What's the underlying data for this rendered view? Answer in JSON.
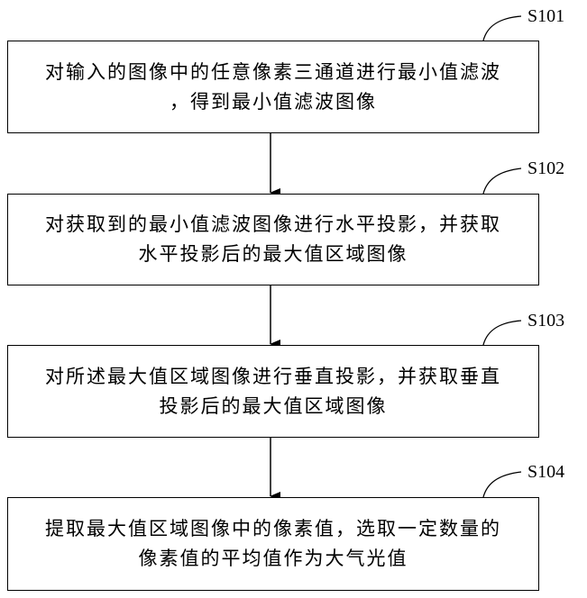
{
  "steps": [
    {
      "id": "S101",
      "lines": [
        "对输入的图像中的任意像素三通道进行最小值滤波",
        "，得到最小值滤波图像"
      ]
    },
    {
      "id": "S102",
      "lines": [
        "对获取到的最小值滤波图像进行水平投影，并获取",
        "水平投影后的最大值区域图像"
      ]
    },
    {
      "id": "S103",
      "lines": [
        "对所述最大值区域图像进行垂直投影，并获取垂直",
        "投影后的最大值区域图像"
      ]
    },
    {
      "id": "S104",
      "lines": [
        "提取最大值区域图像中的像素值，选取一定数量的",
        "像素值的平均值作为大气光值"
      ]
    }
  ],
  "colors": {
    "stroke": "#000000",
    "background": "#ffffff"
  }
}
